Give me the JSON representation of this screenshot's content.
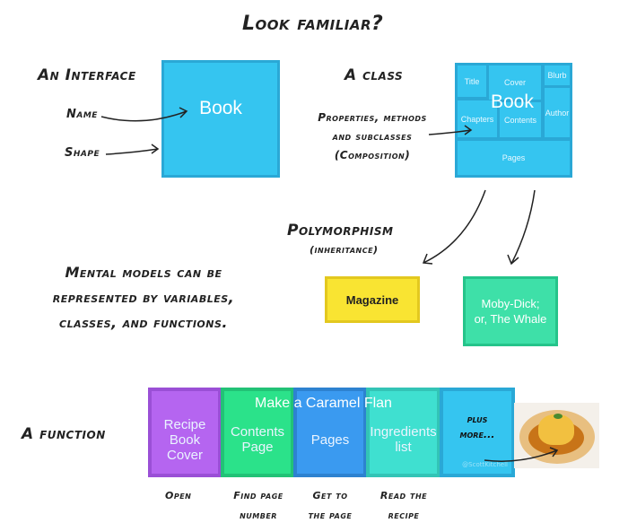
{
  "title": "Look familiar?",
  "interface": {
    "heading": "An Interface",
    "box_label": "Book",
    "name_label": "Name",
    "shape_label": "Shape"
  },
  "class": {
    "heading": "A class",
    "box_label": "Book",
    "annotation": [
      "Properties, methods",
      "and subclasses",
      "(Composition)"
    ],
    "parts": {
      "title": "Title",
      "cover": "Cover",
      "blurb": "Blurb",
      "chapters": "Chapters",
      "contents": "Contents",
      "author": "Author",
      "pages": "Pages"
    }
  },
  "polymorphism": {
    "heading": "Polymorphism",
    "subheading": "(inheritance)",
    "magazine": "Magazine",
    "moby_dick": [
      "Moby-Dick;",
      "or, The Whale"
    ]
  },
  "mental_models": [
    "Mental models can be",
    "represented by variables,",
    "classes, and functions."
  ],
  "function": {
    "heading": "A function",
    "overlay_title": "Make a Caramel Flan",
    "steps": [
      {
        "label": [
          "Recipe",
          "Book",
          "Cover"
        ],
        "caption": [
          "Open"
        ],
        "color": "#b565f0"
      },
      {
        "label": [
          "Contents",
          "Page"
        ],
        "caption": [
          "Find page",
          "number"
        ],
        "color": "#2be28a"
      },
      {
        "label": [
          "Pages"
        ],
        "caption": [
          "Get to",
          "the page"
        ],
        "color": "#3a9af0"
      },
      {
        "label": [
          "Ingredients",
          "list"
        ],
        "caption": [
          "Read the",
          "recipe"
        ],
        "color": "#3fe0d0"
      },
      {
        "label": [
          "plus",
          "more..."
        ],
        "caption": [],
        "color": "#35c5f0"
      }
    ],
    "watermark": "@ScottKitchell"
  },
  "colors": {
    "book_blue": "#35c5f0",
    "magazine_yellow": "#f9e432",
    "moby_green": "#3ee0a8"
  }
}
